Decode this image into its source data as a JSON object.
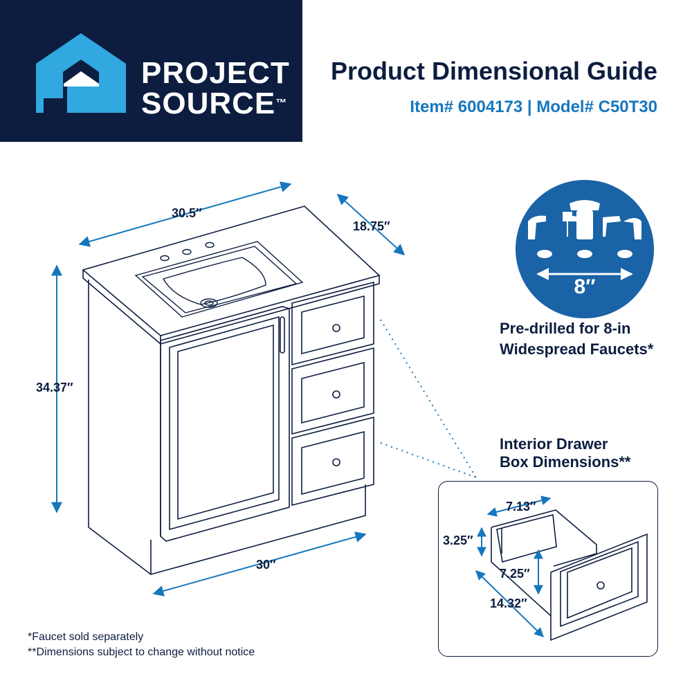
{
  "brand": {
    "name": "PROJECT\nSOURCE",
    "trademark": "™",
    "colors": {
      "navy": "#0c1d3f",
      "blue": "#1677bd",
      "badge_blue": "#1a63a6"
    }
  },
  "header": {
    "title": "Product Dimensional Guide",
    "subtitle": "Item# 6004173 | Model# C50T30"
  },
  "vanity": {
    "width_top": "30.5″",
    "depth": "18.75″",
    "height": "34.37″",
    "width_base": "30″"
  },
  "faucet": {
    "spread": "8″",
    "caption": "Pre-drilled for 8-in\nWidespread Faucets*"
  },
  "drawer": {
    "caption": "Interior Drawer\nBox Dimensions**",
    "width": "7.13″",
    "height": "3.25″",
    "inner_height": "7.25″",
    "depth": "14.32″"
  },
  "footnotes": {
    "faucet": "*Faucet sold separately",
    "dimensions": "**Dimensions subject to change without notice"
  },
  "icons": [
    "house-logo-icon",
    "widespread-faucet-icon",
    "drawer-box-icon"
  ]
}
